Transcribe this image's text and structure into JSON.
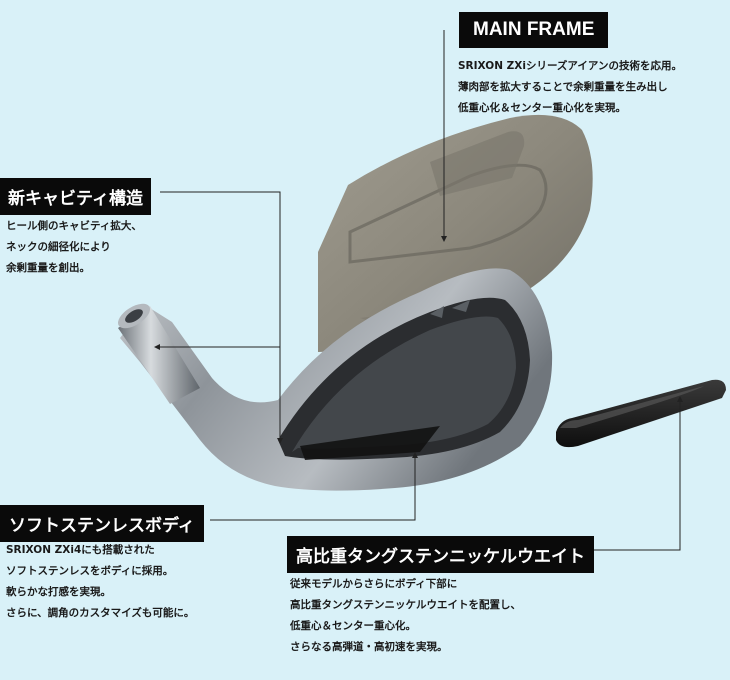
{
  "callouts": {
    "main_frame": {
      "title": "MAIN FRAME",
      "lines": [
        "SRIXON ZXiシリーズアイアンの技術を応用。",
        "薄肉部を拡大することで余剰重量を生み出し",
        "低重心化＆センター重心化を実現。"
      ]
    },
    "cavity": {
      "title": "新キャビティ構造",
      "lines": [
        "ヒール側のキャビティ拡大、",
        "ネックの細径化により",
        "余剰重量を創出。"
      ]
    },
    "soft_stainless": {
      "title": "ソフトステンレスボディ",
      "lines": [
        "SRIXON ZXi4にも搭載された",
        "ソフトステンレスをボディに採用。",
        "軟らかな打感を実現。",
        "さらに、調角のカスタマイズも可能に。"
      ]
    },
    "tungsten": {
      "title": "高比重タングステンニッケルウエイト",
      "lines": [
        "従来モデルからさらにボディ下部に",
        "高比重タングステンニッケルウエイトを配置し、",
        "低重心＆センター重心化。",
        "さらなる高弾道・高初速を実現。"
      ]
    }
  },
  "colors": {
    "background": "#d9f1f8",
    "label_bg": "#0a0a0a",
    "label_text": "#ffffff",
    "frame_plate": "#8f8b80",
    "body_metal": "#9aa0a6",
    "weight_bar": "#1e1e1e"
  }
}
